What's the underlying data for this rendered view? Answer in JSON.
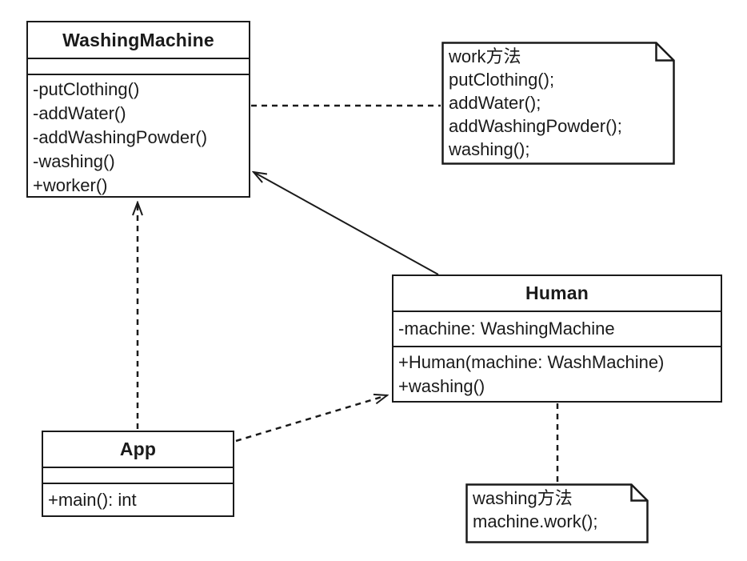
{
  "diagram": {
    "kind": "uml-class-diagram",
    "colors": {
      "stroke": "#1a1a1a",
      "fill": "#ffffff",
      "text": "#1a1a1a",
      "background": "#ffffff"
    },
    "classes": [
      {
        "name": "WashingMachine",
        "attributes": [],
        "methods": [
          "-putClothing()",
          "-addWater()",
          "-addWashingPowder()",
          "-washing()",
          "+worker()"
        ]
      },
      {
        "name": "Human",
        "attributes": [
          "-machine: WashingMachine"
        ],
        "methods": [
          "+Human(machine: WashMachine)",
          "+washing()"
        ]
      },
      {
        "name": "App",
        "attributes": [],
        "methods": [
          "+main(): int"
        ]
      }
    ],
    "notes": [
      {
        "lines": [
          "work方法",
          "putClothing();",
          "addWater();",
          "addWashingPowder();",
          "washing();"
        ]
      },
      {
        "lines": [
          "washing方法",
          "machine.work();"
        ]
      }
    ],
    "connectors": [
      {
        "from": "WashingMachine",
        "to": "work-note",
        "style": "dashed",
        "arrow": "none"
      },
      {
        "from": "Human",
        "to": "WashingMachine",
        "style": "solid",
        "arrow": "open"
      },
      {
        "from": "App",
        "to": "WashingMachine",
        "style": "dashed",
        "arrow": "open"
      },
      {
        "from": "App",
        "to": "Human",
        "style": "dashed",
        "arrow": "open"
      },
      {
        "from": "Human",
        "to": "washing-note",
        "style": "dashed",
        "arrow": "none"
      }
    ]
  }
}
